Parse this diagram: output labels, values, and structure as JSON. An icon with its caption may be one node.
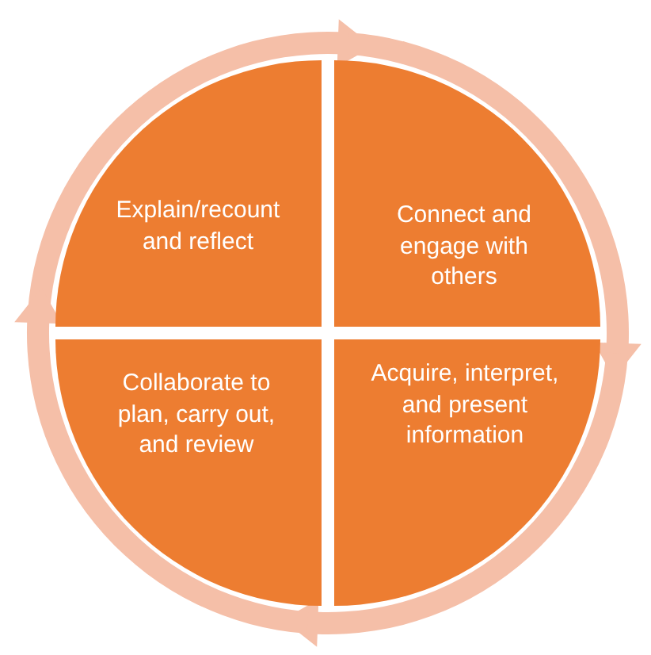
{
  "diagram": {
    "nodes": [
      {
        "text": [
          "Explain/recount and reflect"
        ]
      },
      {
        "text": [
          "Connect and engage with others"
        ]
      },
      {
        "text": [
          "Collaborate to plan, carry out, and review"
        ]
      },
      {
        "text": [
          "Acquire, interpret, and present information"
        ]
      }
    ],
    "edges": [
      {
        "from": 0,
        "to": 1,
        "arrow": "to"
      },
      {
        "from": 1,
        "to": 3,
        "arrow": "to"
      },
      {
        "from": 3,
        "to": 2,
        "arrow": "to"
      },
      {
        "from": 2,
        "to": 0,
        "arrow": "to"
      }
    ]
  }
}
